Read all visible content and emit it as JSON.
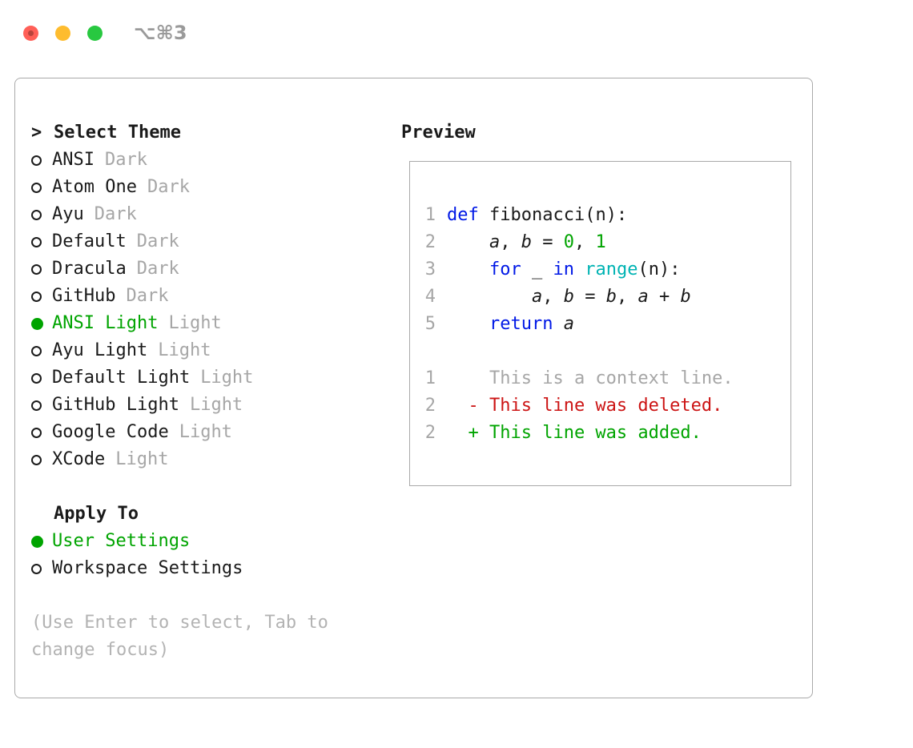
{
  "window": {
    "shortcut": "⌥⌘3"
  },
  "theme_selector": {
    "title_prefix": ">",
    "title": "Select Theme",
    "items": [
      {
        "name": "ANSI",
        "variant": "Dark",
        "selected": false
      },
      {
        "name": "Atom One",
        "variant": "Dark",
        "selected": false
      },
      {
        "name": "Ayu",
        "variant": "Dark",
        "selected": false
      },
      {
        "name": "Default",
        "variant": "Dark",
        "selected": false
      },
      {
        "name": "Dracula",
        "variant": "Dark",
        "selected": false
      },
      {
        "name": "GitHub",
        "variant": "Dark",
        "selected": false
      },
      {
        "name": "ANSI Light",
        "variant": "Light",
        "selected": true
      },
      {
        "name": "Ayu Light",
        "variant": "Light",
        "selected": false
      },
      {
        "name": "Default Light",
        "variant": "Light",
        "selected": false
      },
      {
        "name": "GitHub Light",
        "variant": "Light",
        "selected": false
      },
      {
        "name": "Google Code",
        "variant": "Light",
        "selected": false
      },
      {
        "name": "XCode",
        "variant": "Light",
        "selected": false
      }
    ]
  },
  "apply_to": {
    "title": "Apply To",
    "options": [
      {
        "label": "User Settings",
        "selected": true
      },
      {
        "label": "Workspace Settings",
        "selected": false
      }
    ]
  },
  "help_text": "(Use Enter to select, Tab to change focus)",
  "preview": {
    "title": "Preview",
    "code_lines": [
      {
        "num": "1",
        "tokens": [
          {
            "type": "keyword",
            "text": "def"
          },
          {
            "type": "plain",
            "text": " fibonacci(n):"
          }
        ]
      },
      {
        "num": "2",
        "tokens": [
          {
            "type": "plain",
            "text": "    "
          },
          {
            "type": "variable",
            "text": "a"
          },
          {
            "type": "plain",
            "text": ", "
          },
          {
            "type": "variable",
            "text": "b"
          },
          {
            "type": "plain",
            "text": " = "
          },
          {
            "type": "number",
            "text": "0"
          },
          {
            "type": "plain",
            "text": ", "
          },
          {
            "type": "number",
            "text": "1"
          }
        ]
      },
      {
        "num": "3",
        "tokens": [
          {
            "type": "plain",
            "text": "    "
          },
          {
            "type": "keyword",
            "text": "for"
          },
          {
            "type": "plain",
            "text": " _ "
          },
          {
            "type": "keyword",
            "text": "in"
          },
          {
            "type": "plain",
            "text": " "
          },
          {
            "type": "builtin",
            "text": "range"
          },
          {
            "type": "plain",
            "text": "(n):"
          }
        ]
      },
      {
        "num": "4",
        "tokens": [
          {
            "type": "plain",
            "text": "        "
          },
          {
            "type": "variable",
            "text": "a"
          },
          {
            "type": "plain",
            "text": ", "
          },
          {
            "type": "variable",
            "text": "b"
          },
          {
            "type": "plain",
            "text": " = "
          },
          {
            "type": "variable",
            "text": "b"
          },
          {
            "type": "plain",
            "text": ", "
          },
          {
            "type": "variable",
            "text": "a"
          },
          {
            "type": "plain",
            "text": " + "
          },
          {
            "type": "variable",
            "text": "b"
          }
        ]
      },
      {
        "num": "5",
        "tokens": [
          {
            "type": "plain",
            "text": "    "
          },
          {
            "type": "keyword",
            "text": "return"
          },
          {
            "type": "plain",
            "text": " "
          },
          {
            "type": "variable",
            "text": "a"
          }
        ]
      }
    ],
    "diff_lines": [
      {
        "num": "1",
        "kind": "context",
        "text": "    This is a context line."
      },
      {
        "num": "2",
        "kind": "deleted",
        "text": "  - This line was deleted."
      },
      {
        "num": "2",
        "kind": "added",
        "text": "  + This line was added."
      }
    ]
  },
  "colors": {
    "keyword": "#0018e6",
    "number": "#00a400",
    "builtin": "#00b3b3",
    "context": "#a6a6a6",
    "deleted": "#cc1414",
    "added": "#00a400",
    "selected": "#00a400",
    "muted": "#a6a6a6",
    "traffic_red": "#ff5f57",
    "traffic_yellow": "#febc2e",
    "traffic_green": "#28c840"
  }
}
